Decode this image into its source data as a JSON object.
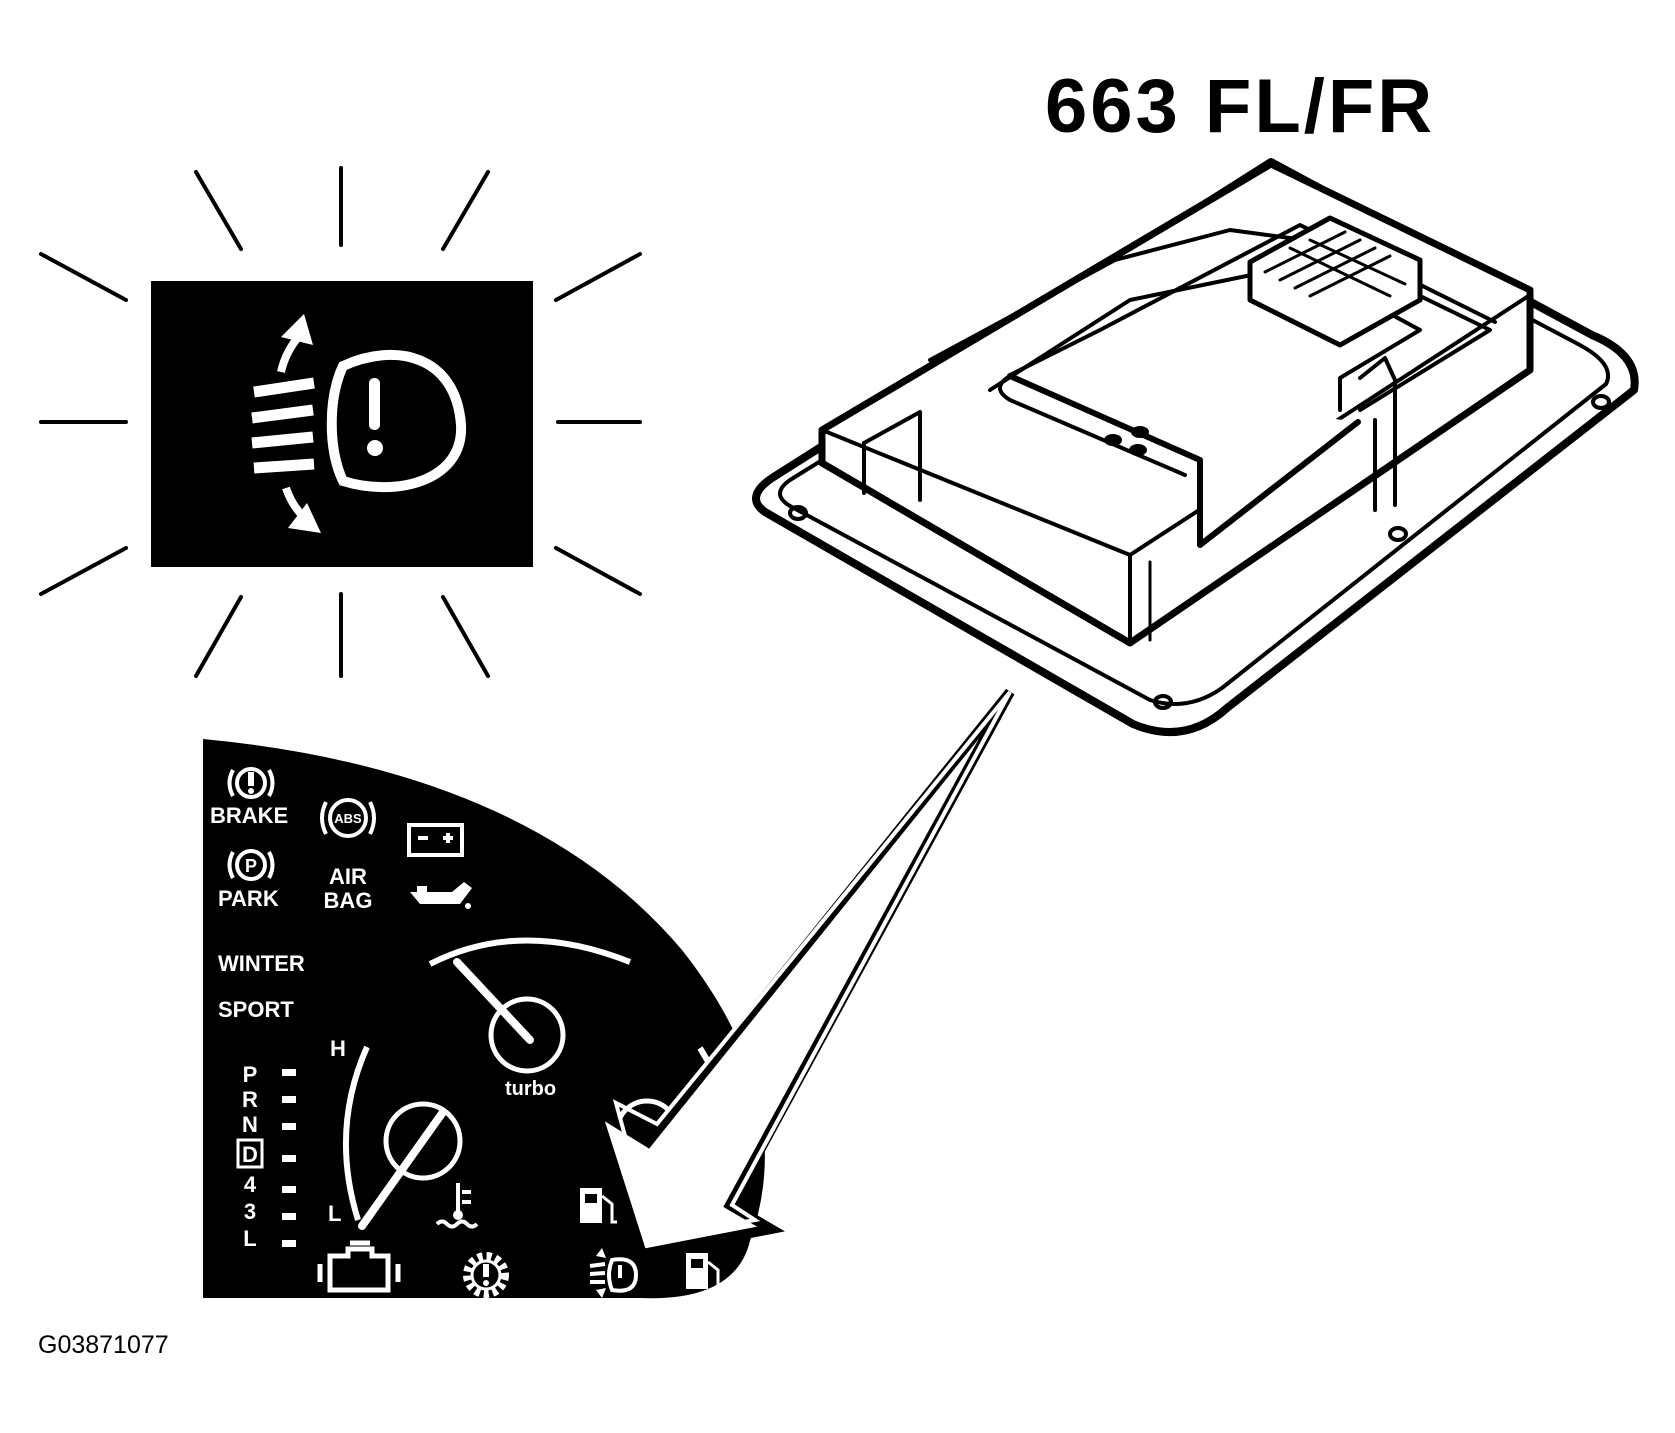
{
  "title": "663 FL/FR",
  "figure_id": "G03871077",
  "colors": {
    "ink": "#000000",
    "paper": "#ffffff"
  },
  "warning_lamp": {
    "icon": "headlamp-leveling-warning-icon"
  },
  "module": {
    "icon": "control-module-illustration"
  },
  "cluster": {
    "brake_label": "BRAKE",
    "park_label": "PARK",
    "airbag_label_1": "AIR",
    "airbag_label_2": "BAG",
    "abs_label": "ABS",
    "park_symbol": "P",
    "winter_label": "WINTER",
    "sport_label": "SPORT",
    "turbo_label": "turbo",
    "temp_high": "H",
    "temp_low": "L",
    "gears": [
      "P",
      "R",
      "N",
      "D",
      "4",
      "3",
      "L"
    ],
    "selected_gear": "D",
    "icons": [
      "brake-warning-icon",
      "park-brake-icon",
      "abs-icon",
      "battery-icon",
      "oil-pressure-icon",
      "coolant-temperature-icon",
      "fuel-pump-icon",
      "check-engine-icon",
      "transmission-fault-icon",
      "headlamp-leveling-icon"
    ]
  }
}
